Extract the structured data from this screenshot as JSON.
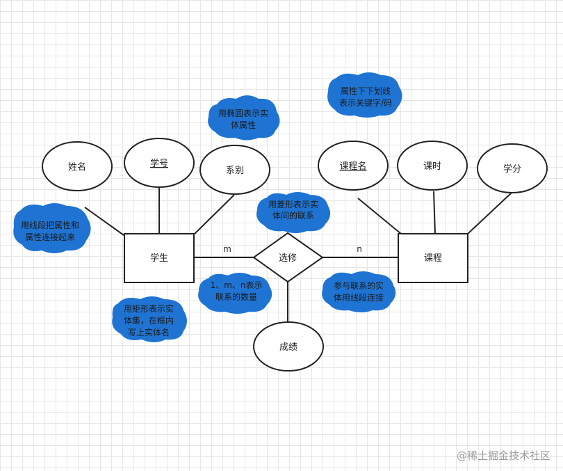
{
  "entities": {
    "student": "学生",
    "course": "课程"
  },
  "relationship": {
    "name": "选修",
    "left_card": "m",
    "right_card": "n"
  },
  "attributes": {
    "name": "姓名",
    "student_id": "学号",
    "department": "系别",
    "course_name": "课程名",
    "hours": "课时",
    "credits": "学分",
    "grade": "成绩"
  },
  "notes": {
    "ellipse": [
      "用椭圆表示实",
      "体属性"
    ],
    "underline": [
      "属性下下划线",
      "表示关键字/码"
    ],
    "line": [
      "用线段把属性和",
      "属性连接起来"
    ],
    "diamond": [
      "用菱形表示实",
      "体间的联系"
    ],
    "cardinality": [
      "1、m、n表示",
      "联系的数量"
    ],
    "participate": [
      "参与联系的实",
      "体用线段连接"
    ],
    "rectangle": [
      "用矩形表示实",
      "体集，在框内",
      "写上实体名"
    ]
  },
  "watermark": "@稀土掘金技术社区"
}
